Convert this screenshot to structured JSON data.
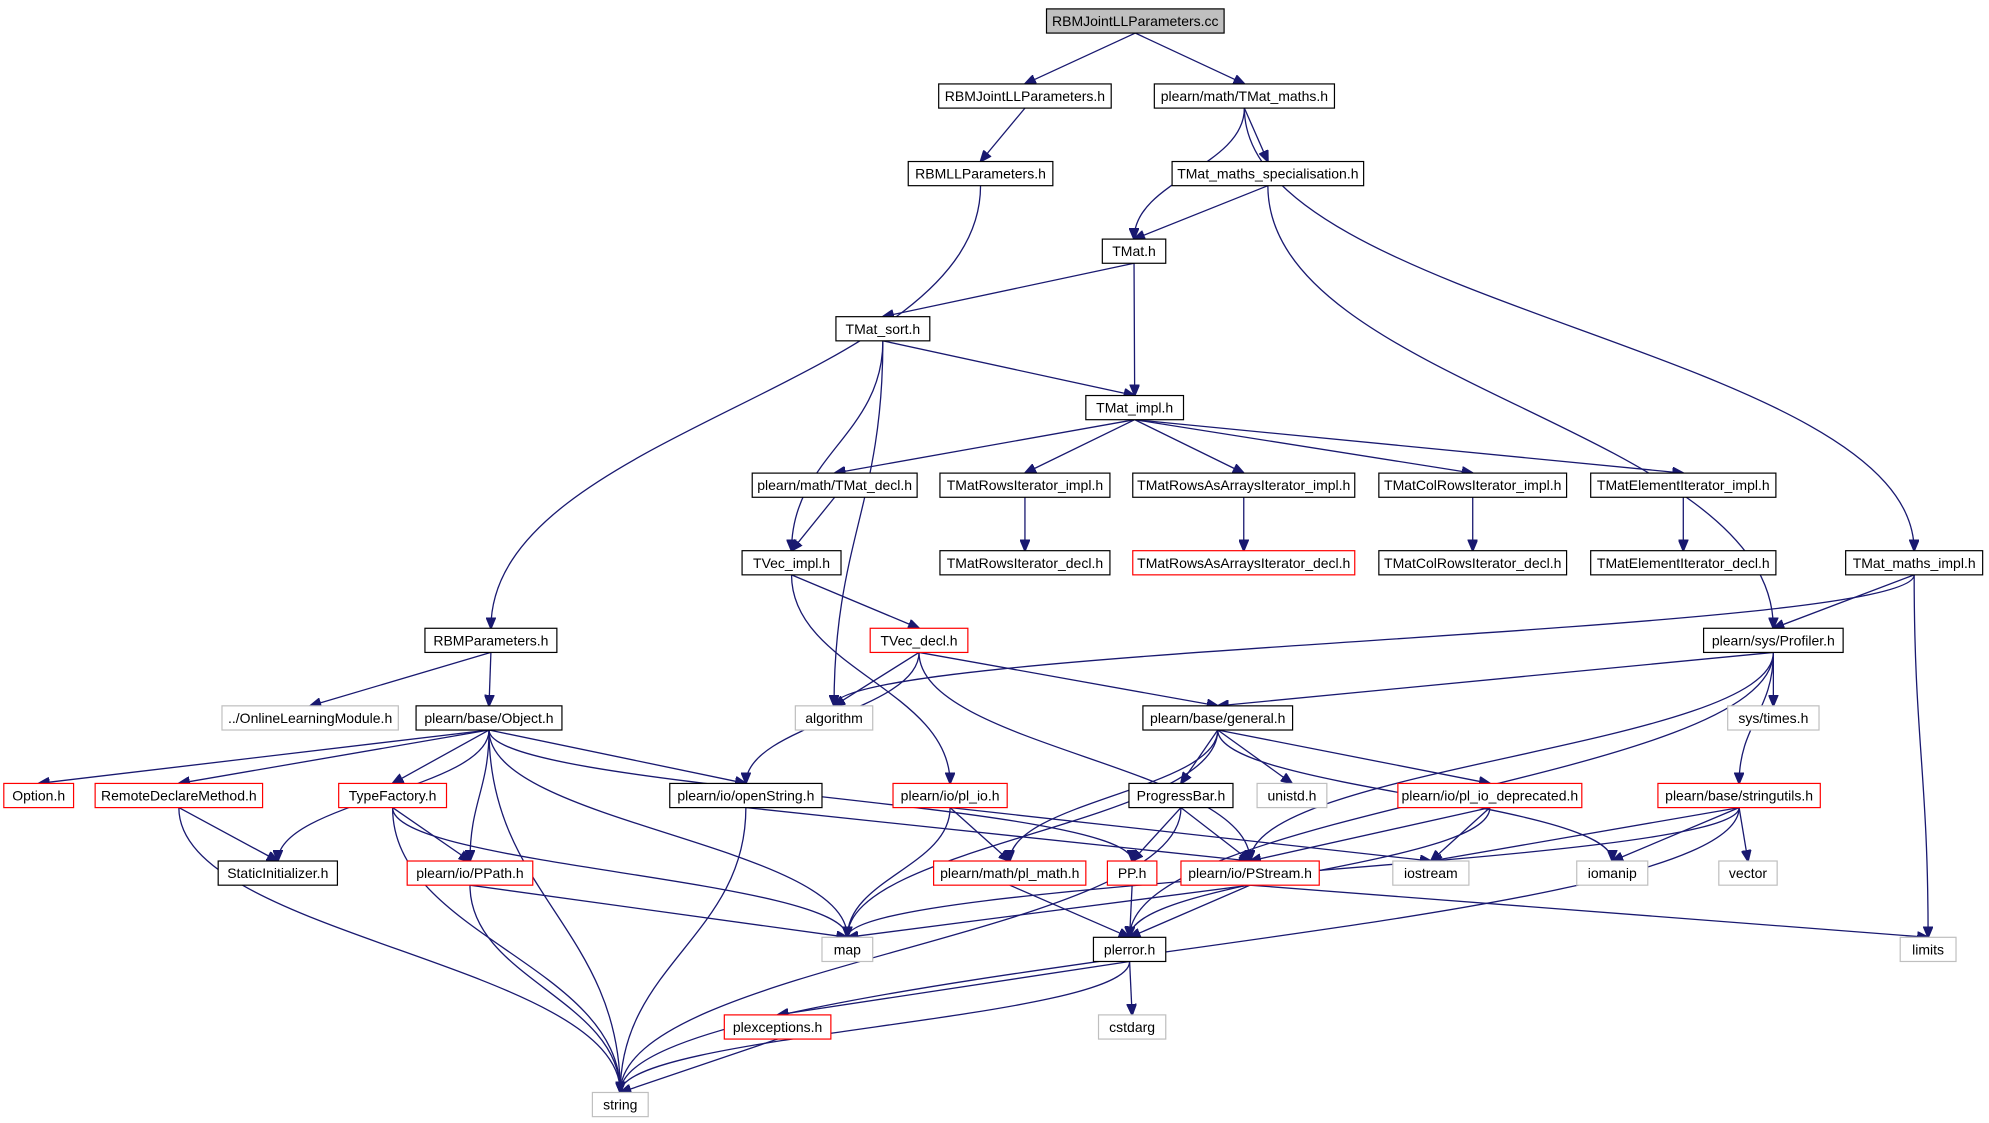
{
  "diagram": {
    "title": "RBMJointLLParameters.cc",
    "colors": {
      "edge": "#191970",
      "node_border_normal": "#000000",
      "node_border_truncated": "#ff0000",
      "node_border_external": "#bfbfbf",
      "node_fill_root": "#bfbfbf",
      "node_fill": "#ffffff",
      "text_normal": "#000000",
      "text_external": "#404040"
    },
    "nodes": [
      {
        "id": "root",
        "label": "RBMJointLLParameters.cc",
        "kind": "root"
      },
      {
        "id": "rbmjointh",
        "label": "RBMJointLLParameters.h",
        "kind": "normal"
      },
      {
        "id": "tmatmaths",
        "label": "plearn/math/TMat_maths.h",
        "kind": "normal"
      },
      {
        "id": "rbmllparams",
        "label": "RBMLLParameters.h",
        "kind": "normal"
      },
      {
        "id": "tmatspec",
        "label": "TMat_maths_specialisation.h",
        "kind": "normal"
      },
      {
        "id": "tmath",
        "label": "TMat.h",
        "kind": "normal"
      },
      {
        "id": "tmatsort",
        "label": "TMat_sort.h",
        "kind": "normal"
      },
      {
        "id": "tmatimpl",
        "label": "TMat_impl.h",
        "kind": "normal"
      },
      {
        "id": "tmatdecl",
        "label": "plearn/math/TMat_decl.h",
        "kind": "normal"
      },
      {
        "id": "rowsiterimpl",
        "label": "TMatRowsIterator_impl.h",
        "kind": "normal"
      },
      {
        "id": "rowsarrimpl",
        "label": "TMatRowsAsArraysIterator_impl.h",
        "kind": "normal"
      },
      {
        "id": "colrowsimpl",
        "label": "TMatColRowsIterator_impl.h",
        "kind": "normal"
      },
      {
        "id": "elemimpl",
        "label": "TMatElementIterator_impl.h",
        "kind": "normal"
      },
      {
        "id": "tvecimpl",
        "label": "TVec_impl.h",
        "kind": "normal"
      },
      {
        "id": "rowsiterdecl",
        "label": "TMatRowsIterator_decl.h",
        "kind": "normal"
      },
      {
        "id": "rowsarrdecl",
        "label": "TMatRowsAsArraysIterator_decl.h",
        "kind": "truncated"
      },
      {
        "id": "colrowsdecl",
        "label": "TMatColRowsIterator_decl.h",
        "kind": "normal"
      },
      {
        "id": "elemdecl",
        "label": "TMatElementIterator_decl.h",
        "kind": "normal"
      },
      {
        "id": "tmatmathsimpl",
        "label": "TMat_maths_impl.h",
        "kind": "normal"
      },
      {
        "id": "rbmparams",
        "label": "RBMParameters.h",
        "kind": "normal"
      },
      {
        "id": "tvecdecl",
        "label": "TVec_decl.h",
        "kind": "truncated"
      },
      {
        "id": "profiler",
        "label": "plearn/sys/Profiler.h",
        "kind": "normal"
      },
      {
        "id": "onlinelm",
        "label": "../OnlineLearningModule.h",
        "kind": "external"
      },
      {
        "id": "object",
        "label": "plearn/base/Object.h",
        "kind": "normal"
      },
      {
        "id": "algorithm",
        "label": "algorithm",
        "kind": "external"
      },
      {
        "id": "general",
        "label": "plearn/base/general.h",
        "kind": "normal"
      },
      {
        "id": "systimes",
        "label": "sys/times.h",
        "kind": "external"
      },
      {
        "id": "option",
        "label": "Option.h",
        "kind": "truncated"
      },
      {
        "id": "remotedecl",
        "label": "RemoteDeclareMethod.h",
        "kind": "truncated"
      },
      {
        "id": "typefactory",
        "label": "TypeFactory.h",
        "kind": "truncated"
      },
      {
        "id": "openstring",
        "label": "plearn/io/openString.h",
        "kind": "normal"
      },
      {
        "id": "plio",
        "label": "plearn/io/pl_io.h",
        "kind": "truncated"
      },
      {
        "id": "progressbar",
        "label": "ProgressBar.h",
        "kind": "normal"
      },
      {
        "id": "unistd",
        "label": "unistd.h",
        "kind": "external"
      },
      {
        "id": "pliodep",
        "label": "plearn/io/pl_io_deprecated.h",
        "kind": "truncated"
      },
      {
        "id": "stringutils",
        "label": "plearn/base/stringutils.h",
        "kind": "truncated"
      },
      {
        "id": "staticinit",
        "label": "StaticInitializer.h",
        "kind": "normal"
      },
      {
        "id": "ppath",
        "label": "plearn/io/PPath.h",
        "kind": "truncated"
      },
      {
        "id": "plmath",
        "label": "plearn/math/pl_math.h",
        "kind": "truncated"
      },
      {
        "id": "pph",
        "label": "PP.h",
        "kind": "truncated"
      },
      {
        "id": "pstream",
        "label": "plearn/io/PStream.h",
        "kind": "truncated"
      },
      {
        "id": "iostream",
        "label": "iostream",
        "kind": "external"
      },
      {
        "id": "iomanip",
        "label": "iomanip",
        "kind": "external"
      },
      {
        "id": "vector",
        "label": "vector",
        "kind": "external"
      },
      {
        "id": "map",
        "label": "map",
        "kind": "external"
      },
      {
        "id": "plerror",
        "label": "plerror.h",
        "kind": "normal"
      },
      {
        "id": "limits",
        "label": "limits",
        "kind": "external"
      },
      {
        "id": "cstdarg",
        "label": "cstdarg",
        "kind": "external"
      },
      {
        "id": "plexceptions",
        "label": "plexceptions.h",
        "kind": "truncated"
      },
      {
        "id": "string",
        "label": "string",
        "kind": "external"
      }
    ],
    "edges": [
      [
        "root",
        "rbmjointh"
      ],
      [
        "root",
        "tmatmaths"
      ],
      [
        "rbmjointh",
        "rbmllparams"
      ],
      [
        "tmatmaths",
        "tmath"
      ],
      [
        "tmatmaths",
        "tmatspec"
      ],
      [
        "tmatmaths",
        "tmatmathsimpl"
      ],
      [
        "rbmllparams",
        "rbmparams"
      ],
      [
        "tmatspec",
        "tmath"
      ],
      [
        "tmatspec",
        "profiler"
      ],
      [
        "tmath",
        "tmatsort"
      ],
      [
        "tmath",
        "tmatimpl"
      ],
      [
        "tmatsort",
        "tmatimpl"
      ],
      [
        "tmatsort",
        "tvecimpl"
      ],
      [
        "tmatsort",
        "algorithm"
      ],
      [
        "tmatimpl",
        "tmatdecl"
      ],
      [
        "tmatimpl",
        "rowsiterimpl"
      ],
      [
        "tmatimpl",
        "rowsarrimpl"
      ],
      [
        "tmatimpl",
        "colrowsimpl"
      ],
      [
        "tmatimpl",
        "elemimpl"
      ],
      [
        "tmatdecl",
        "tvecimpl"
      ],
      [
        "rowsiterimpl",
        "rowsiterdecl"
      ],
      [
        "rowsarrimpl",
        "rowsarrdecl"
      ],
      [
        "colrowsimpl",
        "colrowsdecl"
      ],
      [
        "elemimpl",
        "elemdecl"
      ],
      [
        "tvecimpl",
        "tvecdecl"
      ],
      [
        "tvecimpl",
        "plio"
      ],
      [
        "tmatmathsimpl",
        "algorithm"
      ],
      [
        "tmatmathsimpl",
        "profiler"
      ],
      [
        "tmatmathsimpl",
        "limits"
      ],
      [
        "rbmparams",
        "onlinelm"
      ],
      [
        "rbmparams",
        "object"
      ],
      [
        "tvecdecl",
        "algorithm"
      ],
      [
        "tvecdecl",
        "general"
      ],
      [
        "tvecdecl",
        "openstring"
      ],
      [
        "tvecdecl",
        "pstream"
      ],
      [
        "profiler",
        "general"
      ],
      [
        "profiler",
        "systimes"
      ],
      [
        "profiler",
        "stringutils"
      ],
      [
        "profiler",
        "pstream"
      ],
      [
        "profiler",
        "plerror"
      ],
      [
        "object",
        "option"
      ],
      [
        "object",
        "remotedecl"
      ],
      [
        "object",
        "typefactory"
      ],
      [
        "object",
        "staticinit"
      ],
      [
        "object",
        "ppath"
      ],
      [
        "object",
        "openstring"
      ],
      [
        "object",
        "pph"
      ],
      [
        "object",
        "map"
      ],
      [
        "object",
        "string"
      ],
      [
        "general",
        "map"
      ],
      [
        "general",
        "plmath"
      ],
      [
        "general",
        "progressbar"
      ],
      [
        "general",
        "unistd"
      ],
      [
        "general",
        "pliodep"
      ],
      [
        "general",
        "iomanip"
      ],
      [
        "remotedecl",
        "staticinit"
      ],
      [
        "remotedecl",
        "string"
      ],
      [
        "typefactory",
        "ppath"
      ],
      [
        "typefactory",
        "map"
      ],
      [
        "typefactory",
        "string"
      ],
      [
        "openstring",
        "pstream"
      ],
      [
        "openstring",
        "string"
      ],
      [
        "plio",
        "plmath"
      ],
      [
        "plio",
        "map"
      ],
      [
        "plio",
        "iostream"
      ],
      [
        "progressbar",
        "pph"
      ],
      [
        "progressbar",
        "pstream"
      ],
      [
        "progressbar",
        "string"
      ],
      [
        "pliodep",
        "iostream"
      ],
      [
        "pliodep",
        "pstream"
      ],
      [
        "pliodep",
        "plerror"
      ],
      [
        "stringutils",
        "iostream"
      ],
      [
        "stringutils",
        "iomanip"
      ],
      [
        "stringutils",
        "vector"
      ],
      [
        "stringutils",
        "map"
      ],
      [
        "stringutils",
        "string"
      ],
      [
        "ppath",
        "map"
      ],
      [
        "ppath",
        "string"
      ],
      [
        "plmath",
        "plerror"
      ],
      [
        "pph",
        "plerror"
      ],
      [
        "pstream",
        "map"
      ],
      [
        "pstream",
        "plerror"
      ],
      [
        "pstream",
        "limits"
      ],
      [
        "plerror",
        "plexceptions"
      ],
      [
        "plerror",
        "cstdarg"
      ],
      [
        "plerror",
        "string"
      ],
      [
        "plexceptions",
        "string"
      ]
    ]
  }
}
